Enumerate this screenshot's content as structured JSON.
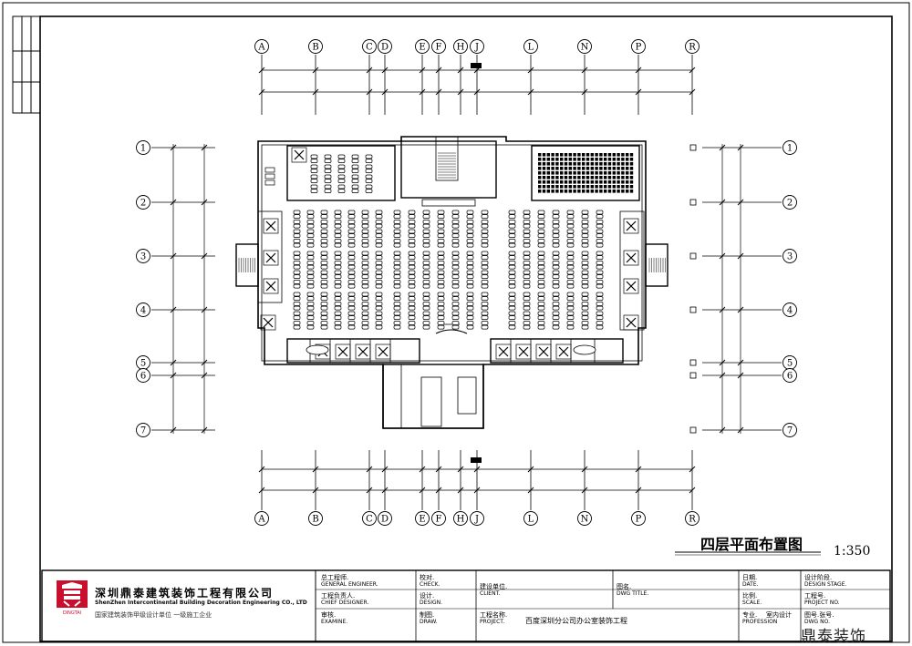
{
  "drawing": {
    "title": "四层平面布置图",
    "scale": "1:350"
  },
  "grid": {
    "columns": [
      "A",
      "B",
      "C",
      "D",
      "E",
      "F",
      "H",
      "J",
      "L",
      "N",
      "P",
      "R"
    ],
    "rows": [
      "1",
      "2",
      "3",
      "4",
      "5",
      "6",
      "7"
    ]
  },
  "company": {
    "name_cn": "深圳鼎泰建筑装饰工程有限公司",
    "name_en": "ShenZhen Intercontinental Building Decoration Engineering CO., LTD",
    "slogan": "国家建筑装饰甲级设计单位   一级施工企业",
    "logo_text": "DINGTAI"
  },
  "title_block": {
    "general_engineer_cn": "总工程师.",
    "general_engineer_en": "GENERAL ENGINEER.",
    "chief_designer_cn": "工程负责人.",
    "chief_designer_en": "CHIEF DESIGNER.",
    "examine_cn": "审核.",
    "examine_en": "EXAMINE.",
    "check_cn": "校对.",
    "check_en": "CHECK.",
    "design_cn": "设计.",
    "design_en": "DESIGN.",
    "draw_cn": "制图.",
    "draw_en": "DRAW.",
    "client_cn": "建设单位.",
    "client_en": "CLIENT.",
    "project_cn": "工程名称.",
    "project_en": "PROJECT.",
    "project_value": "百度深圳分公司办公室装饰工程",
    "dwg_title_cn": "图名.",
    "dwg_title_en": "DWG TITLE.",
    "date_cn": "日期.",
    "date_en": "DATE.",
    "scale_cn": "比例.",
    "scale_en": "SCALE.",
    "profession_cn": "专业.",
    "profession_en": "PROFESSION",
    "profession_value": "室内设计",
    "design_stage_cn": "设计阶段.",
    "design_stage_en": "DESIGN STAGE.",
    "project_no_cn": "工程号.",
    "project_no_en": "PROJECT NO.",
    "dwg_no_cn": "图号.张号.",
    "dwg_no_en": "DWG NO."
  },
  "watermark": "鼎泰装饰"
}
